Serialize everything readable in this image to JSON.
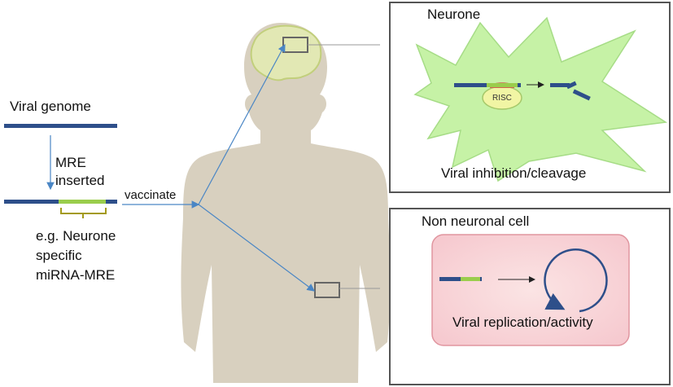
{
  "left": {
    "viral_genome": "Viral genome",
    "mre_line1": "MRE",
    "mre_line2": "inserted",
    "vaccinate": "vaccinate",
    "note_line1": "e.g. Neurone",
    "note_line2": "specific",
    "note_line3": "miRNA-MRE"
  },
  "top_panel": {
    "title": "Neurone",
    "risc": "RISC",
    "caption": "Viral inhibition/cleavage"
  },
  "bottom_panel": {
    "title": "Non neuronal cell",
    "caption": "Viral replication/activity"
  },
  "colors": {
    "genome": "#2e4f8a",
    "mre": "#9acd4c",
    "arrow": "#4a86c5",
    "body": "#d8d0bf",
    "neurone": "#c6f2a6",
    "bracket": "#a39a1a",
    "panel_border": "#555555"
  }
}
